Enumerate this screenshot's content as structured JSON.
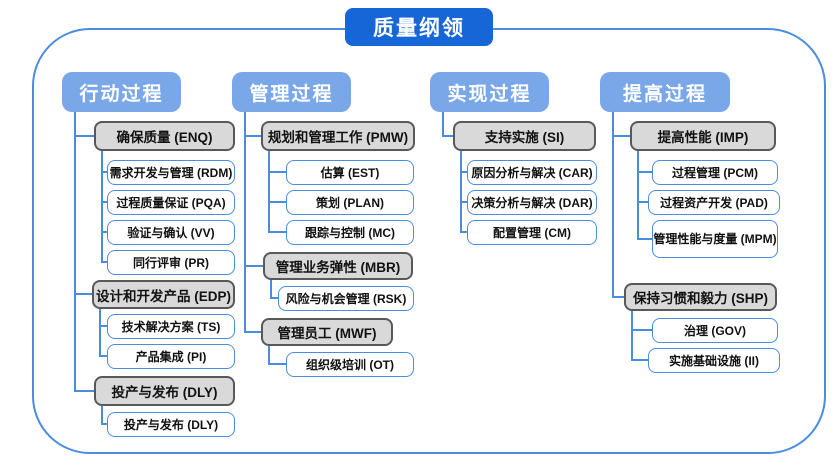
{
  "title": "质量纲领",
  "colors": {
    "title_bg": "#1666d8",
    "header_bg": "#7aa7e8",
    "group_fill": "#d9d9d9",
    "group_border": "#595959",
    "child_border": "#4a8ce0",
    "connector": "#4a8ce0",
    "frame_border": "#4a8ce0"
  },
  "trees": [
    {
      "header": "行动过程",
      "groups": [
        {
          "label": "确保质量 (ENQ)",
          "children": [
            "需求开发与管理 (RDM)",
            "过程质量保证 (PQA)",
            "验证与确认 (VV)",
            "同行评审 (PR)"
          ]
        },
        {
          "label": "设计和开发产品 (EDP)",
          "children": [
            "技术解决方案 (TS)",
            "产品集成 (PI)"
          ]
        },
        {
          "label": "投产与发布 (DLY)",
          "children": [
            "投产与发布 (DLY)"
          ]
        }
      ]
    },
    {
      "header": "管理过程",
      "groups": [
        {
          "label": "规划和管理工作 (PMW)",
          "children": [
            "估算 (EST)",
            "策划 (PLAN)",
            "跟踪与控制 (MC)"
          ]
        },
        {
          "label": "管理业务弹性 (MBR)",
          "children": [
            "风险与机会管理 (RSK)"
          ]
        },
        {
          "label": "管理员工 (MWF)",
          "children": [
            "组织级培训 (OT)"
          ]
        }
      ]
    },
    {
      "header": "实现过程",
      "groups": [
        {
          "label": "支持实施 (SI)",
          "children": [
            "原因分析与解决 (CAR)",
            "决策分析与解决 (DAR)",
            "配置管理 (CM)"
          ]
        }
      ]
    },
    {
      "header": "提高过程",
      "groups": [
        {
          "label": "提高性能 (IMP)",
          "children": [
            "过程管理 (PCM)",
            "过程资产开发 (PAD)",
            "管理性能与度量 (MPM)"
          ]
        },
        {
          "label": "保持习惯和毅力 (SHP)",
          "children": [
            "治理 (GOV)",
            "实施基础设施 (II)"
          ]
        }
      ]
    }
  ]
}
